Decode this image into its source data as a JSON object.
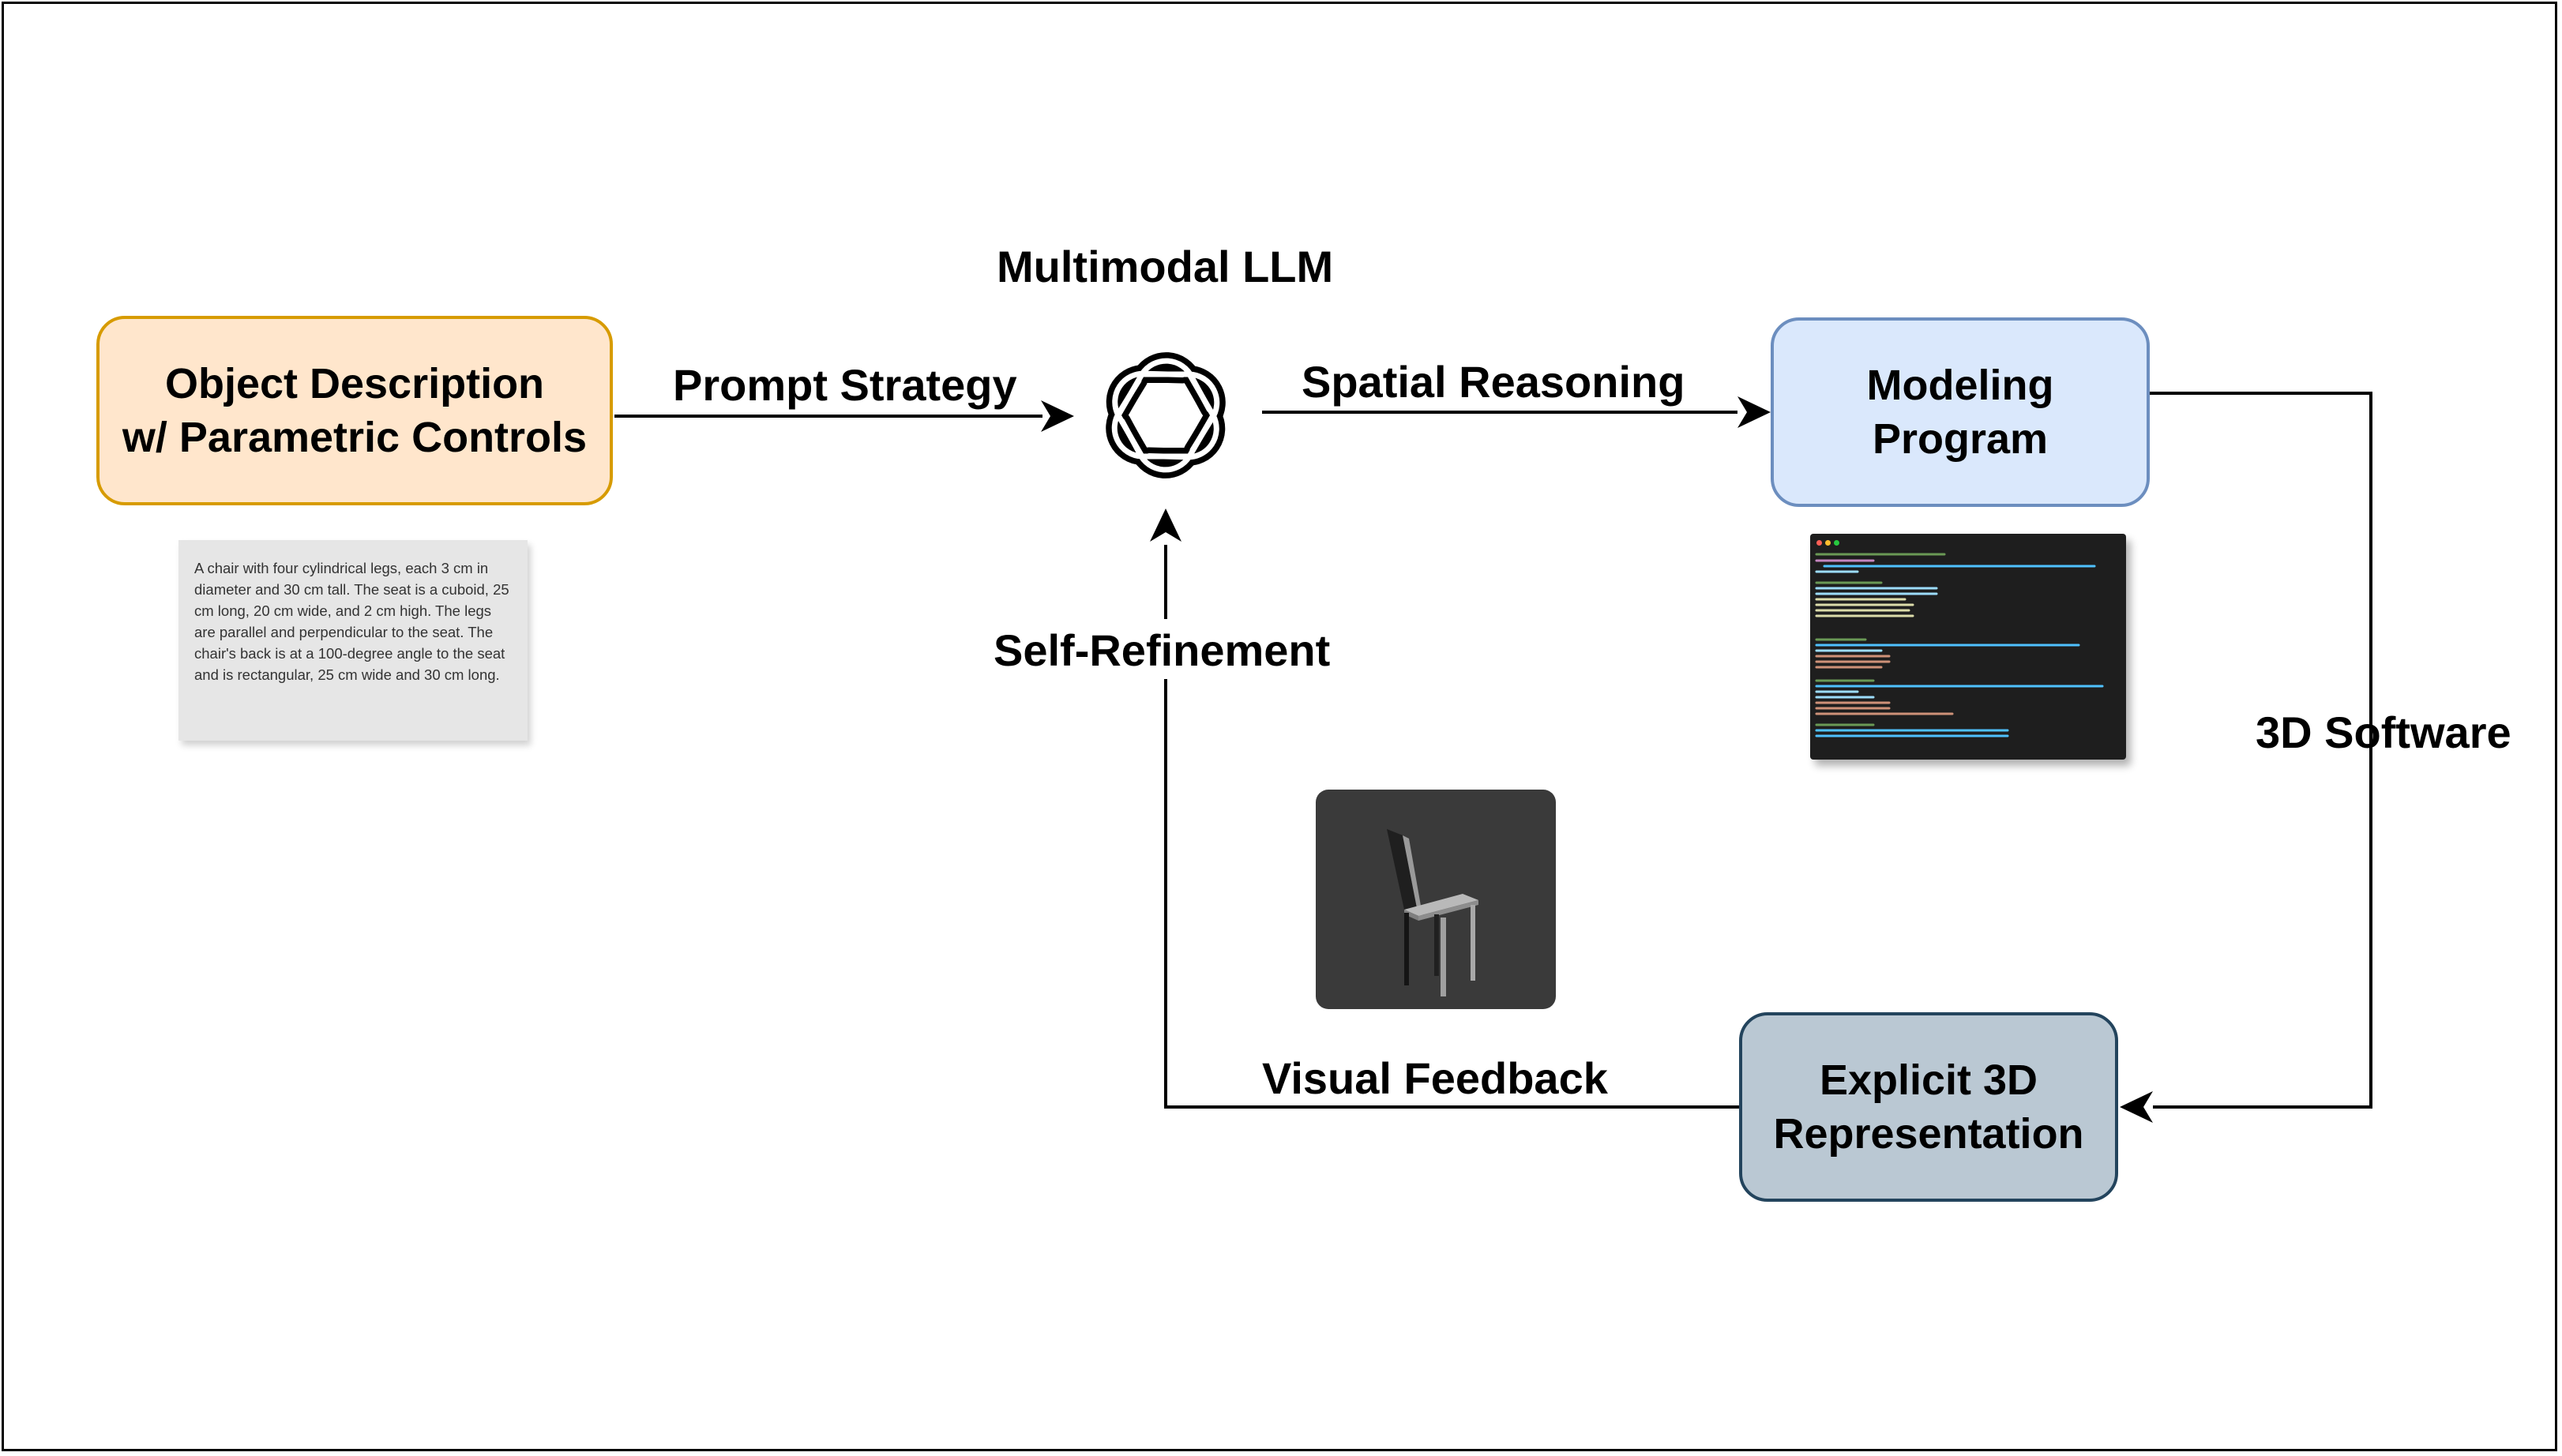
{
  "nodes": {
    "object": {
      "line1": "Object Description",
      "line2": "w/ Parametric Controls",
      "fill": "#ffe6cc",
      "stroke": "#d79b00"
    },
    "modeling": {
      "line1": "Modeling",
      "line2": "Program",
      "fill": "#dae8fc",
      "stroke": "#6c8ebf"
    },
    "explicit": {
      "line1": "Explicit 3D",
      "line2": "Representation",
      "fill": "#bac8d3",
      "stroke": "#23445d"
    }
  },
  "labels": {
    "llm": "Multimodal LLM",
    "prompt": "Prompt Strategy",
    "spatial": "Spatial Reasoning",
    "self_refinement": "Self-Refinement",
    "visual_feedback": "Visual Feedback",
    "software": "3D Software"
  },
  "description": {
    "text": "A chair with four cylindrical legs, each 3 cm in diameter and 30 cm tall. The seat is a cuboid, 25 cm long, 20 cm wide, and 2 cm high. The legs are parallel and perpendicular to the seat. The chair's back is at a 100-degree angle to the seat and is rectangular, 25 cm wide and 30 cm long."
  },
  "icons": {
    "llm": "openai-logo-icon",
    "code": "code-screenshot",
    "render": "chair-render"
  }
}
